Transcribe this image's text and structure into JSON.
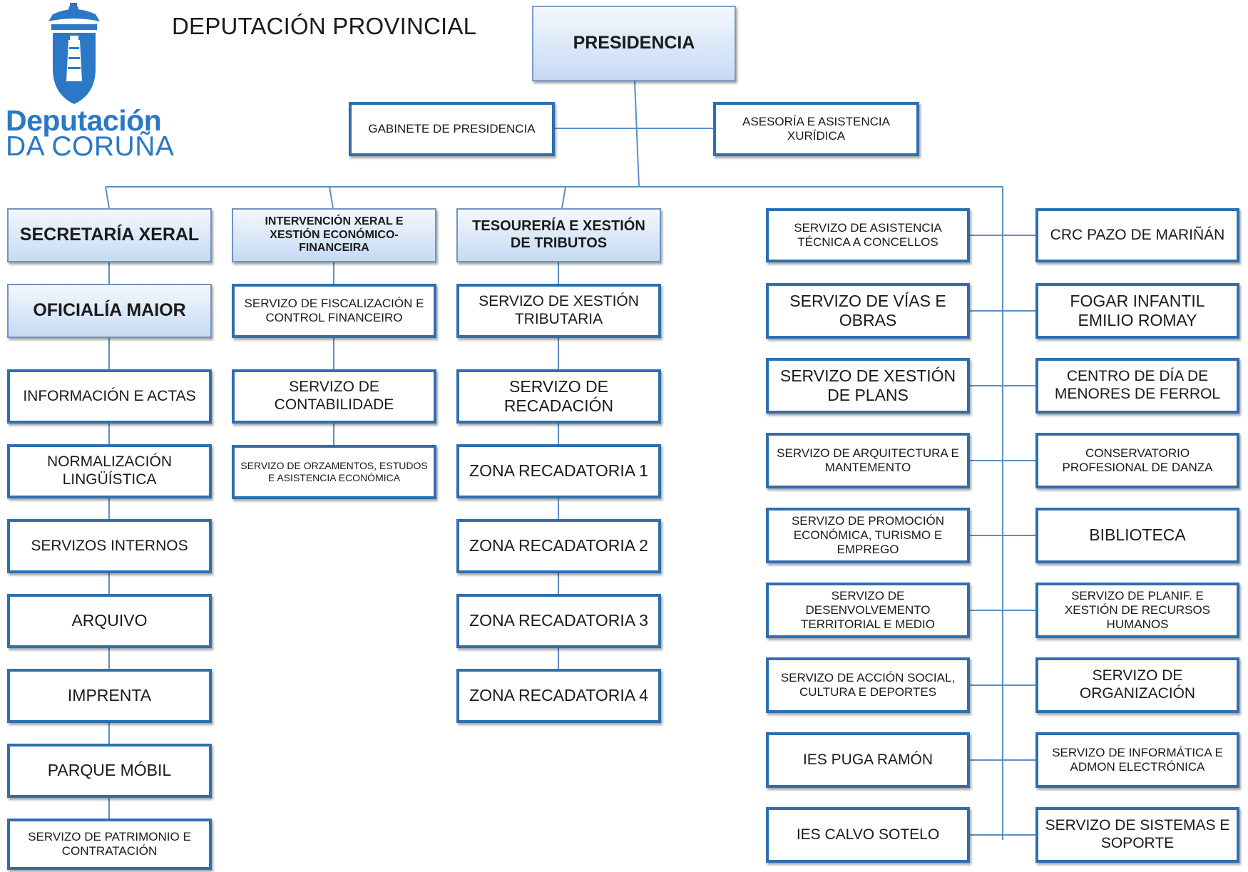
{
  "title": "DEPUTACIÓN PROVINCIAL",
  "logo": {
    "line1": "Deputación",
    "line2": "DA CORUÑA",
    "color": "#2a78c6",
    "icon": "coat-of-arms-icon"
  },
  "colors": {
    "box_border": "#2e6fb0",
    "connector": "#5b8fc8",
    "head_fill_top": "#f4f8fd",
    "head_fill_bottom": "#c6daf4"
  },
  "top": {
    "presidencia": "PRESIDENCIA",
    "gabinete": "GABINETE DE PRESIDENCIA",
    "asesoria": "ASESORÍA E ASISTENCIA XURÍDICA"
  },
  "columns": {
    "secretaria": {
      "head": "SECRETARÍA XERAL",
      "sub_head": "OFICIALÍA MAIOR",
      "items": [
        "INFORMACIÓN E ACTAS",
        "NORMALIZACIÓN LINGÜÍSTICA",
        "SERVIZOS INTERNOS",
        "ARQUIVO",
        "IMPRENTA",
        "PARQUE MÓBIL",
        "SERVIZO DE PATRIMONIO E CONTRATACIÓN"
      ]
    },
    "intervencion": {
      "head": "INTERVENCIÓN XERAL E XESTIÓN ECONÓMICO-FINANCEIRA",
      "items": [
        "SERVIZO DE FISCALIZACIÓN E CONTROL FINANCEIRO",
        "SERVIZO DE CONTABILIDADE",
        "SERVIZO DE ORZAMENTOS, ESTUDOS E ASISTENCIA ECONÓMICA"
      ]
    },
    "tesoureria": {
      "head": "TESOURERÍA E XESTIÓN DE TRIBUTOS",
      "items": [
        "SERVIZO DE XESTIÓN TRIBUTARIA",
        "SERVIZO DE RECADACIÓN",
        "ZONA RECADATORIA 1",
        "ZONA RECADATORIA 2",
        "ZONA RECADATORIA 3",
        "ZONA RECADATORIA 4"
      ]
    },
    "left_services": [
      "SERVIZO DE ASISTENCIA TÉCNICA A CONCELLOS",
      "SERVIZO DE VÍAS E OBRAS",
      "SERVIZO DE XESTIÓN DE PLANS",
      "SERVIZO DE ARQUITECTURA E MANTEMENTO",
      "SERVIZO DE PROMOCIÓN ECONÓMICA, TURISMO E EMPREGO",
      "SERVIZO DE DESENVOLVEMENTO TERRITORIAL E MEDIO",
      "SERVIZO DE ACCIÓN SOCIAL, CULTURA E DEPORTES",
      "IES PUGA RAMÓN",
      "IES CALVO SOTELO"
    ],
    "right_services": [
      "CRC PAZO DE MARIÑÁN",
      "FOGAR INFANTIL EMILIO ROMAY",
      "CENTRO DE DÍA DE MENORES DE FERROL",
      "CONSERVATORIO PROFESIONAL DE DANZA",
      "BIBLIOTECA",
      "SERVIZO DE PLANIF. E XESTIÓN DE RECURSOS HUMANOS",
      "SERVIZO DE ORGANIZACIÓN",
      "SERVIZO DE INFORMÁTICA E ADMON ELECTRÓNICA",
      "SERVIZO DE SISTEMAS E SOPORTE"
    ]
  }
}
